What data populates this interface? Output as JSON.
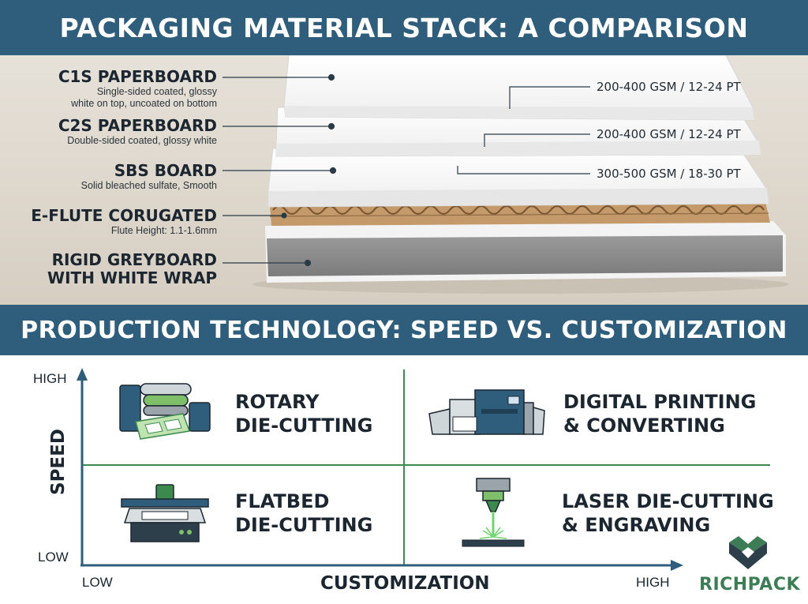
{
  "titles": {
    "top": "PACKAGING MATERIAL STACK: A COMPARISON",
    "middle": "PRODUCTION TECHNOLOGY: SPEED VS. CUSTOMIZATION"
  },
  "materials": [
    {
      "name": "C1S PAPERBOARD",
      "desc_lines": [
        "Single-sided coated, glossy",
        "white on top, uncoated on bottom"
      ],
      "spec": "200-400 GSM / 12-24 PT"
    },
    {
      "name": "C2S PAPERBOARD",
      "desc_lines": [
        "Double-sided coated, glossy white"
      ],
      "spec": "200-400 GSM / 12-24 PT"
    },
    {
      "name": "SBS BOARD",
      "desc_lines": [
        "Solid bleached sulfate, Smooth"
      ],
      "spec": "300-500 GSM / 18-30 PT"
    },
    {
      "name": "E-FLUTE CORUGATED",
      "desc_lines": [
        "Flute Height: 1.1-1.6mm"
      ],
      "spec": ""
    },
    {
      "name_lines": [
        "RIGID GREYBOARD",
        "WITH WHITE WRAP"
      ],
      "desc_lines": [],
      "spec": ""
    }
  ],
  "matrix": {
    "y_axis": {
      "title": "SPEED",
      "high": "HIGH",
      "low": "LOW"
    },
    "x_axis": {
      "title": "CUSTOMIZATION",
      "low": "LOW",
      "high": "HIGH"
    },
    "quadrants": [
      {
        "position": "top-left",
        "lines": [
          "ROTARY",
          "DIE-CUTTING"
        ],
        "icon": "rotary-press-icon"
      },
      {
        "position": "top-right",
        "lines": [
          "DIGITAL PRINTING",
          "& CONVERTING"
        ],
        "icon": "digital-press-icon"
      },
      {
        "position": "bottom-left",
        "lines": [
          "FLATBED",
          "DIE-CUTTING"
        ],
        "icon": "flatbed-cutter-icon"
      },
      {
        "position": "bottom-right",
        "lines": [
          "LASER DIE-CUTTING",
          "& ENGRAVING"
        ],
        "icon": "laser-head-icon"
      }
    ]
  },
  "brand": {
    "name": "RICHPACK",
    "icon": "richpack-logo-icon"
  },
  "colors": {
    "banner": "#2f5d7c",
    "axis": "#2f5d7c",
    "divider": "#3c8a4e",
    "brand_green": "#3c7d56",
    "greyboard": "#8e8e8e",
    "kraft": "#b58a5c"
  }
}
